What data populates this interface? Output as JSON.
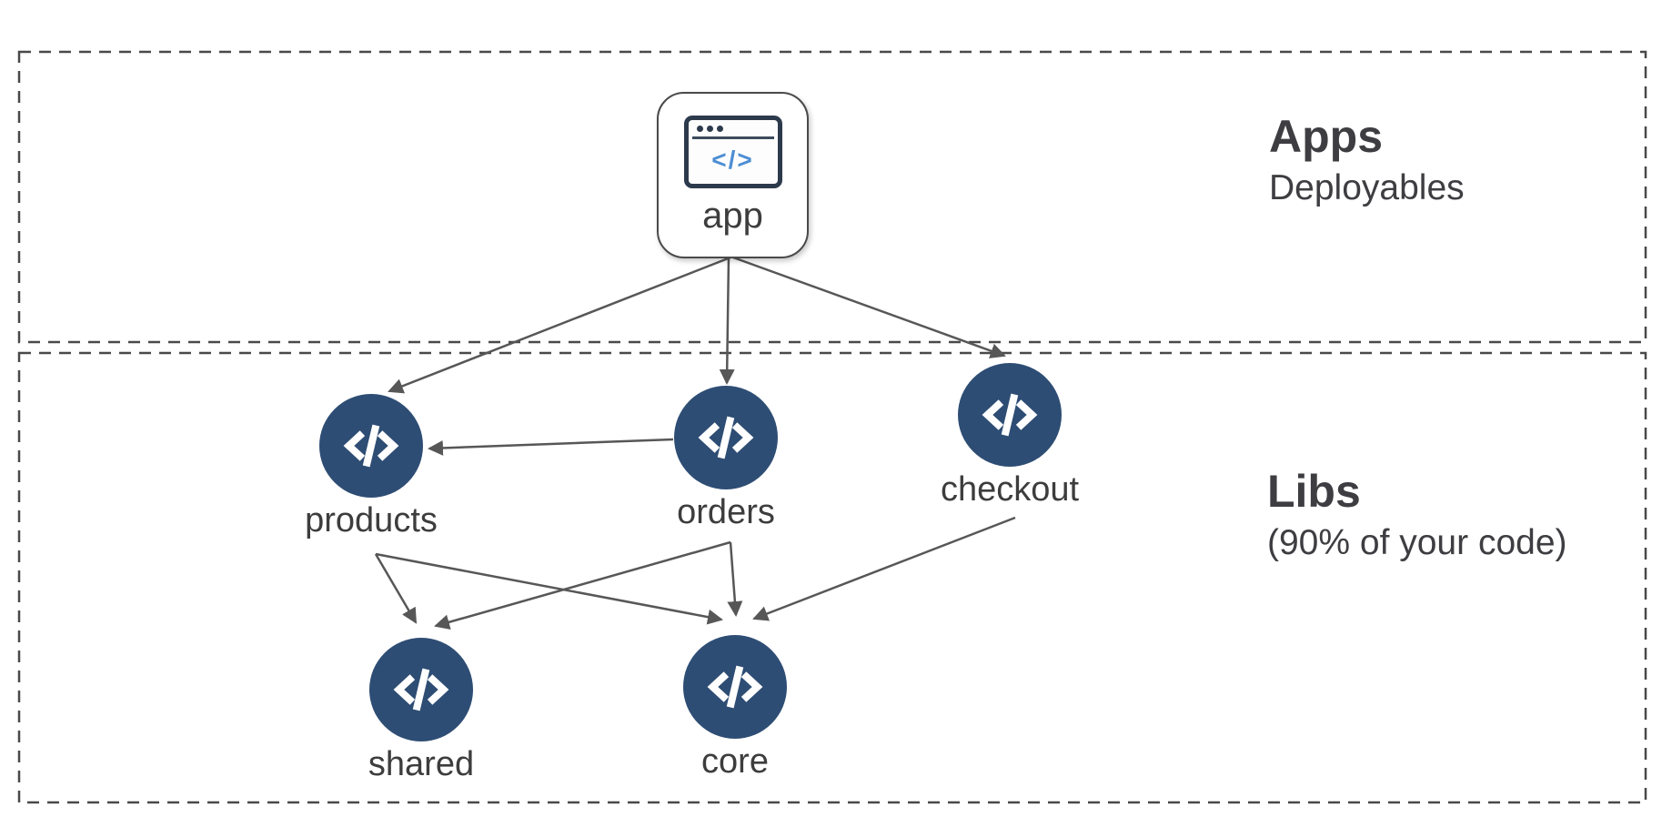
{
  "diagram": {
    "kind": "dependency-graph",
    "description": "Apps and Libs workspace dependency diagram"
  },
  "sections": [
    {
      "id": "apps",
      "title": "Apps",
      "subtitle": "Deployables"
    },
    {
      "id": "libs",
      "title": "Libs",
      "subtitle": "(90% of your code)"
    }
  ],
  "nodes": [
    {
      "id": "app",
      "label": "app",
      "kind": "application",
      "section": "apps",
      "icon": "browser-code-icon"
    },
    {
      "id": "products",
      "label": "products",
      "kind": "library",
      "section": "libs",
      "icon": "code-icon"
    },
    {
      "id": "orders",
      "label": "orders",
      "kind": "library",
      "section": "libs",
      "icon": "code-icon"
    },
    {
      "id": "checkout",
      "label": "checkout",
      "kind": "library",
      "section": "libs",
      "icon": "code-icon"
    },
    {
      "id": "shared",
      "label": "shared",
      "kind": "library",
      "section": "libs",
      "icon": "code-icon"
    },
    {
      "id": "core",
      "label": "core",
      "kind": "library",
      "section": "libs",
      "icon": "code-icon"
    }
  ],
  "edges": [
    {
      "from": "app",
      "to": "products"
    },
    {
      "from": "app",
      "to": "orders"
    },
    {
      "from": "app",
      "to": "checkout"
    },
    {
      "from": "orders",
      "to": "products"
    },
    {
      "from": "products",
      "to": "shared"
    },
    {
      "from": "products",
      "to": "core"
    },
    {
      "from": "orders",
      "to": "shared"
    },
    {
      "from": "orders",
      "to": "core"
    },
    {
      "from": "checkout",
      "to": "core"
    }
  ],
  "icons": {
    "code_glyph": "</>"
  },
  "colors": {
    "background": "#ffffff",
    "node_fill": "#2e4d74",
    "icon_glyph": "#ffffff",
    "arrow": "#575757",
    "dashed_border": "#494949",
    "heading_text": "#3e3e42",
    "label_text": "#3d3d3d",
    "app_card_border": "#4a4a4a",
    "browser_icon_navy": "#2d3a4c",
    "browser_code_blue": "#4d8ed4"
  }
}
